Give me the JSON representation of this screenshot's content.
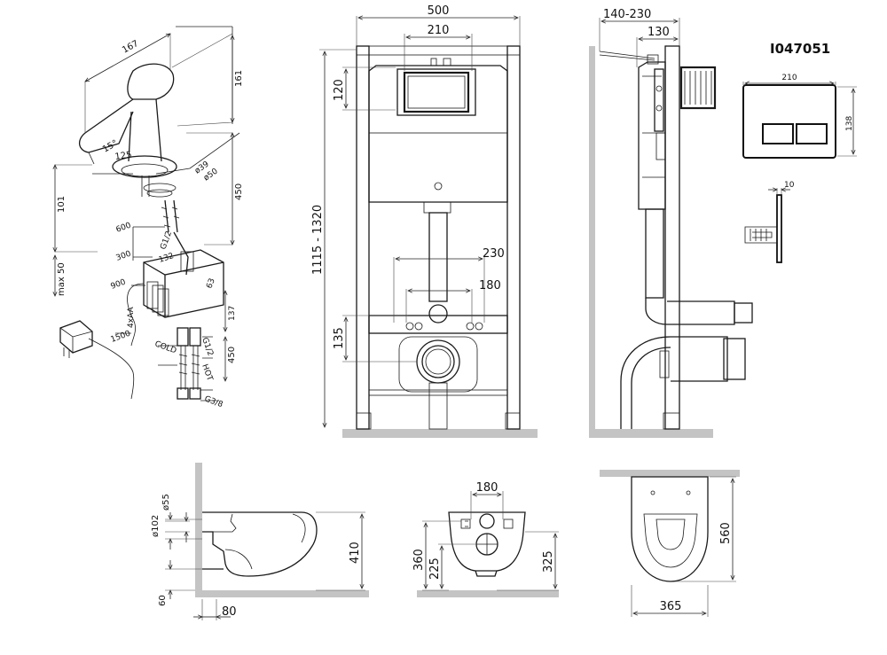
{
  "product_code": "I047051",
  "faucet": {
    "dim_167": "167",
    "dim_161": "161",
    "dim_15deg": "15°",
    "dim_125": "125",
    "dim_d39": "ø39",
    "dim_d50": "ø50",
    "dim_450": "450",
    "dim_101": "101",
    "dim_max50": "max 50",
    "dim_600": "600",
    "dim_g12_top": "G1/2",
    "dim_300": "300",
    "dim_132": "132",
    "dim_900": "900",
    "dim_63": "63",
    "dim_4xaa": "4xAA",
    "dim_137": "137",
    "dim_1500": "1500",
    "dim_cold": "COLD",
    "dim_g12_bottom": "G1/2",
    "dim_hot": "HOT",
    "dim_450_bottom": "450",
    "dim_g38": "G3/8"
  },
  "frame_front": {
    "width_500": "500",
    "width_210": "210",
    "height_120": "120",
    "height_1115_1320": "1115 - 1320",
    "dim_230": "230",
    "dim_180": "180",
    "height_135": "135"
  },
  "frame_side": {
    "depth_140_230": "140-230",
    "depth_130": "130"
  },
  "flush_plate": {
    "width_210": "210",
    "height_138": "138",
    "depth_10": "10"
  },
  "wc_side": {
    "dim_d102": "ø102",
    "dim_d55": "ø55",
    "height_410": "410",
    "dim_60": "60",
    "dim_80": "80"
  },
  "wc_back": {
    "dim_180": "180",
    "dim_360": "360",
    "dim_225": "225",
    "dim_325": "325"
  },
  "wc_top": {
    "length_560": "560",
    "width_365": "365"
  }
}
